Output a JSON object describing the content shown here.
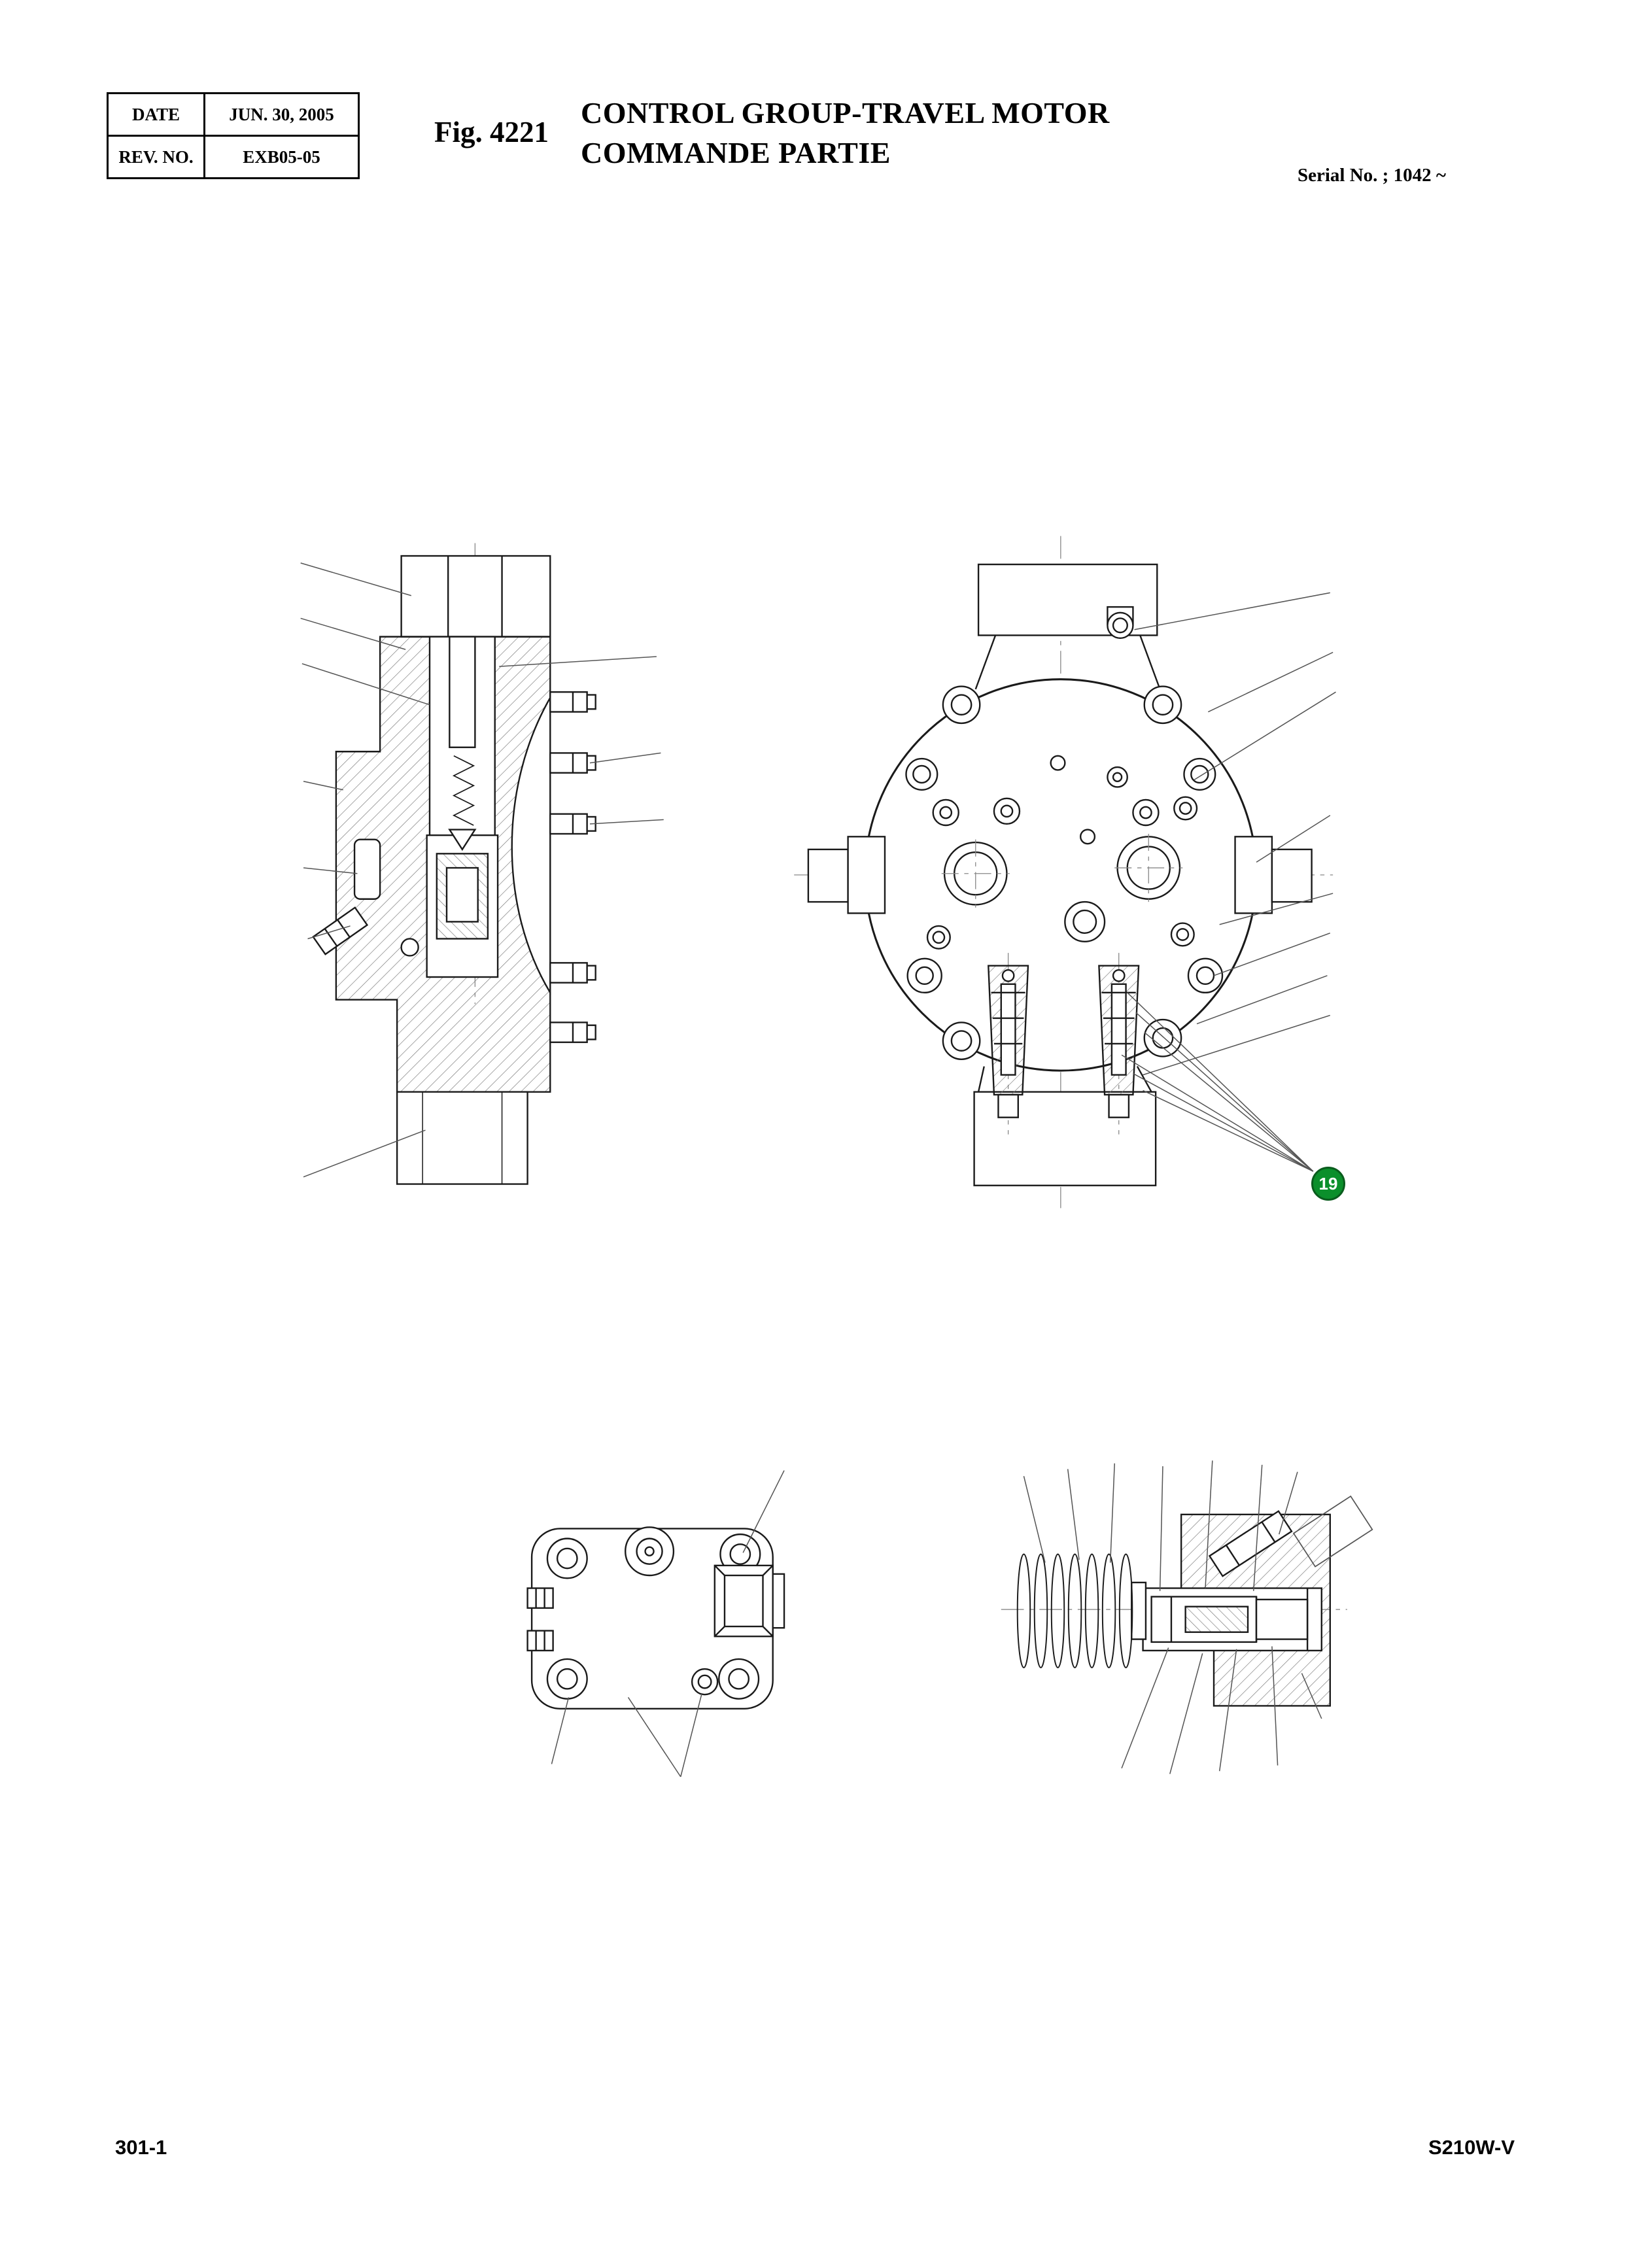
{
  "header": {
    "table": {
      "rows": [
        {
          "label": "DATE",
          "value": "JUN. 30, 2005"
        },
        {
          "label": "REV. NO.",
          "value": "EXB05-05"
        }
      ]
    },
    "figure_label": "Fig. 4221",
    "title_line1": "CONTROL GROUP-TRAVEL MOTOR",
    "title_line2": "COMMANDE PARTIE",
    "serial_no": "Serial No. ; 1042 ~"
  },
  "diagram": {
    "callouts": [
      {
        "number": "19",
        "color": "#0b8f2b"
      }
    ],
    "views": [
      "side-section-view",
      "front-view",
      "cover-plate-view",
      "relief-valve-section-view"
    ]
  },
  "footer": {
    "page_number": "301-1",
    "model_code": "S210W-V"
  }
}
